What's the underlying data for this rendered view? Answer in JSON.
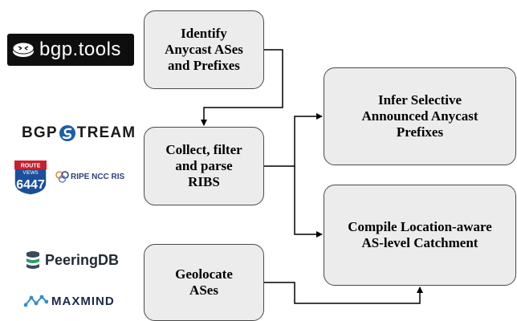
{
  "boxes": {
    "identify": "Identify\nAnycast ASes\nand Prefixes",
    "collect": "Collect, filter\nand parse\nRIBS",
    "geolocate": "Geolocate\nASes",
    "infer": "Infer Selective\nAnnounced Anycast\nPrefixes",
    "compile": "Compile Location-aware\nAS-level Catchment"
  },
  "logos": {
    "bgptools": "bgp.tools",
    "bgpstream_prefix": "BGP",
    "bgpstream_suffix": "TREAM",
    "routeviews_top": "ROUTE",
    "routeviews_mid": "VIEWS",
    "routeviews_num": "6447",
    "ripe": "RIPE NCC RIS",
    "peeringdb": "PeeringDB",
    "maxmind": "MAXMIND"
  },
  "colors": {
    "box_fill": "#ececec",
    "box_border": "#4a4a4a",
    "arrow": "#000000",
    "bgpstream_blue": "#1c5fa8",
    "routeviews_red": "#c8202c",
    "routeviews_blue": "#1b4f9c"
  }
}
